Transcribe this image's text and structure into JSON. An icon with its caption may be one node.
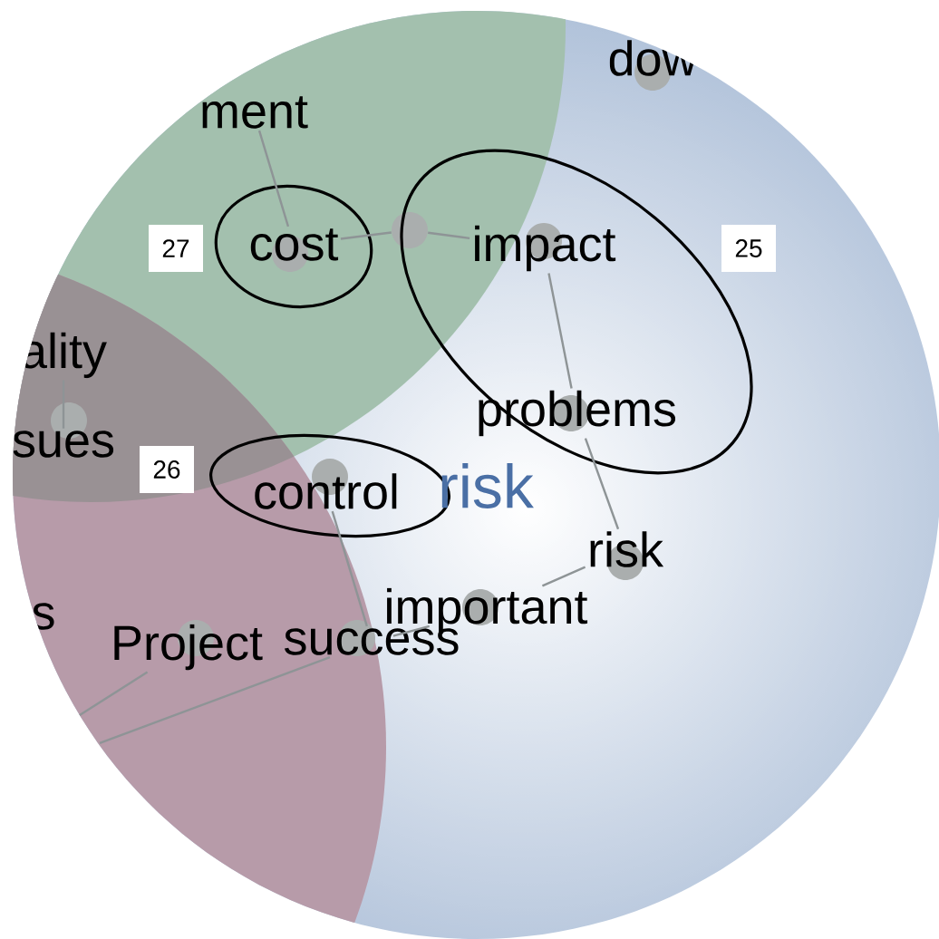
{
  "diagram": {
    "nodes": [
      {
        "text": [],
        "shape": "loop"
      },
      {
        "text": [
          "ment"
        ]
      },
      {
        "text": [
          "dow"
        ]
      },
      {
        "text": [
          "cost"
        ],
        "in": 0
      },
      {
        "text": [],
        "shape": "circle"
      },
      {
        "text": [],
        "shape": "loop"
      },
      {
        "text": [
          "impact"
        ],
        "in": 5
      },
      {
        "text": [
          "problems"
        ],
        "in": 5
      },
      {
        "text": [
          "ality"
        ]
      },
      {
        "text": [
          "sues"
        ]
      },
      {
        "text": [],
        "shape": "loop"
      },
      {
        "text": [
          "control"
        ],
        "in": 10
      },
      {
        "text": [
          "risk"
        ]
      },
      {
        "text": [
          "risk"
        ]
      },
      {
        "text": [
          "s"
        ]
      },
      {
        "text": [
          "Project"
        ]
      },
      {
        "text": [
          "success"
        ]
      },
      {
        "text": [
          "important"
        ]
      }
    ],
    "edges": [
      {
        "from": 1,
        "to": 3,
        "arrow": "none"
      },
      {
        "from": 3,
        "to": 4,
        "arrow": "none"
      },
      {
        "from": 4,
        "to": 6,
        "arrow": "none"
      },
      {
        "from": 6,
        "to": 7,
        "arrow": "none"
      },
      {
        "from": 7,
        "to": 13,
        "arrow": "none"
      },
      {
        "from": 13,
        "to": 17,
        "arrow": "none"
      },
      {
        "from": 17,
        "to": 16,
        "arrow": "none"
      },
      {
        "from": 11,
        "to": 16,
        "arrow": "none"
      },
      {
        "from": 16,
        "to": null,
        "arrow": "none"
      },
      {
        "from": 15,
        "to": null,
        "arrow": "none"
      },
      {
        "from": 8,
        "to": 9,
        "arrow": "none"
      }
    ],
    "labels": [
      "27",
      "25",
      "26"
    ]
  }
}
